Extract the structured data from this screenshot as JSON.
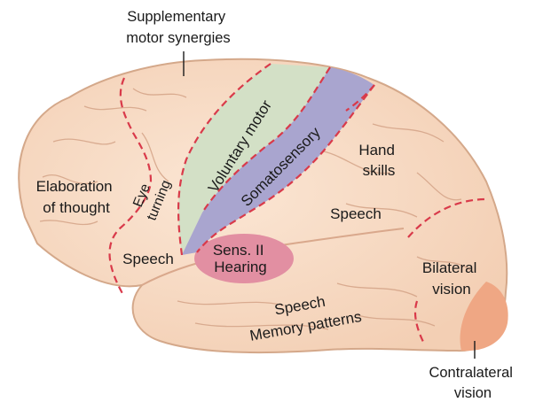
{
  "labels": {
    "supplementary_motor": [
      "Supplementary",
      "motor synergies"
    ],
    "elaboration": [
      "Elaboration",
      "of thought"
    ],
    "eye_turning": [
      "Eye",
      "turning"
    ],
    "speech_frontal": "Speech",
    "voluntary_motor": "Voluntary motor",
    "somatosensory": "Somatosensory",
    "hand_skills": [
      "Hand",
      "skills"
    ],
    "speech_parietal": "Speech",
    "sens_hearing": [
      "Sens. II",
      "Hearing"
    ],
    "bilateral_vision": [
      "Bilateral",
      "vision"
    ],
    "speech_memory": [
      "Speech",
      "Memory patterns"
    ],
    "contralateral_vision": [
      "Contralateral",
      "vision"
    ]
  },
  "colors": {
    "brain_fill": "#f6d9c2",
    "brain_outline": "#d4a88a",
    "voluntary_motor_fill": "#d3e0c6",
    "somatosensory_fill": "#a9a5cf",
    "hearing_fill": "#e28fa2",
    "contralateral_fill": "#efa784",
    "boundary_dash": "#d93a4a"
  }
}
